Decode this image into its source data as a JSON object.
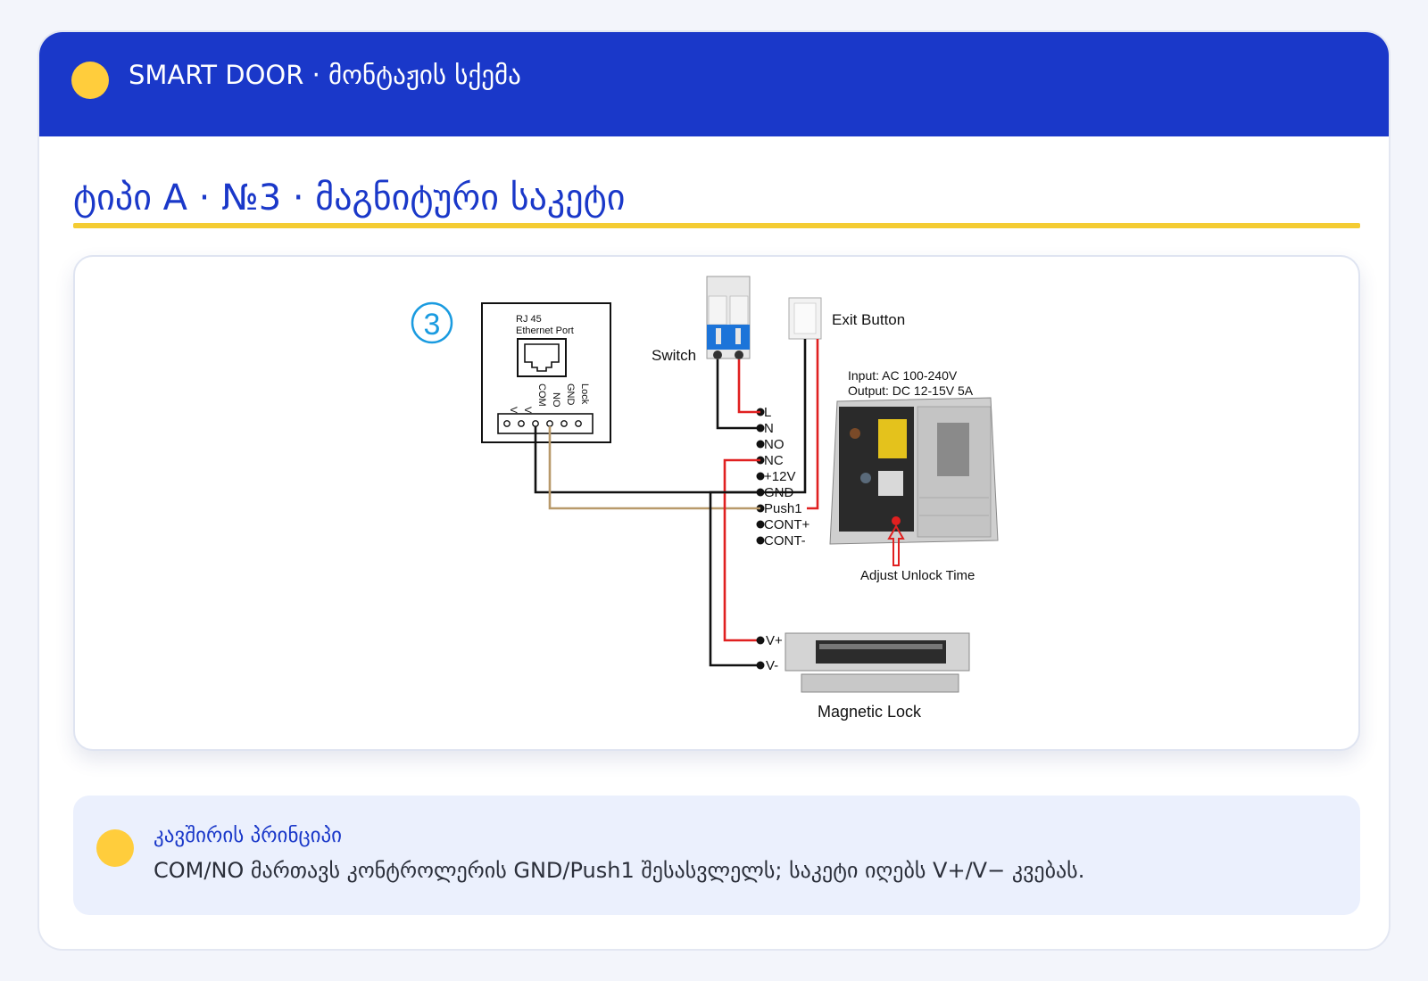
{
  "header": {
    "title": "SMART DOOR · მონტაჟის სქემა"
  },
  "page_title": "ტიპი A · №3 · მაგნიტური საკეტი",
  "diagram": {
    "step_number": "3",
    "controller": {
      "port_label_line1": "RJ 45",
      "port_label_line2": "Ethernet Port",
      "pins": [
        "V+",
        "V-",
        "COM",
        "NO",
        "GND",
        "Lock"
      ]
    },
    "switch_label": "Switch",
    "exit_button_label": "Exit Button",
    "psu": {
      "input": "Input: AC 100-240V",
      "output": "Output: DC 12-15V 5A",
      "terminals": [
        "L",
        "N",
        "NO",
        "NC",
        "+12V",
        "GND",
        "Push1",
        "CONT+",
        "CONT-"
      ],
      "adjust_label": "Adjust Unlock Time"
    },
    "lock": {
      "terminals": [
        "V+",
        "V-"
      ],
      "label": "Magnetic Lock"
    },
    "colors": {
      "red_wire": "#e02020",
      "black_wire": "#111111",
      "tan_wire": "#b8996a",
      "step_badge": "#1a9be0"
    }
  },
  "note": {
    "title": "კავშირის პრინციპი",
    "text": "COM/NO მართავს კონტროლერის GND/Push1 შესასვლელს; საკეტი იღებს V+/V− კვებას."
  }
}
